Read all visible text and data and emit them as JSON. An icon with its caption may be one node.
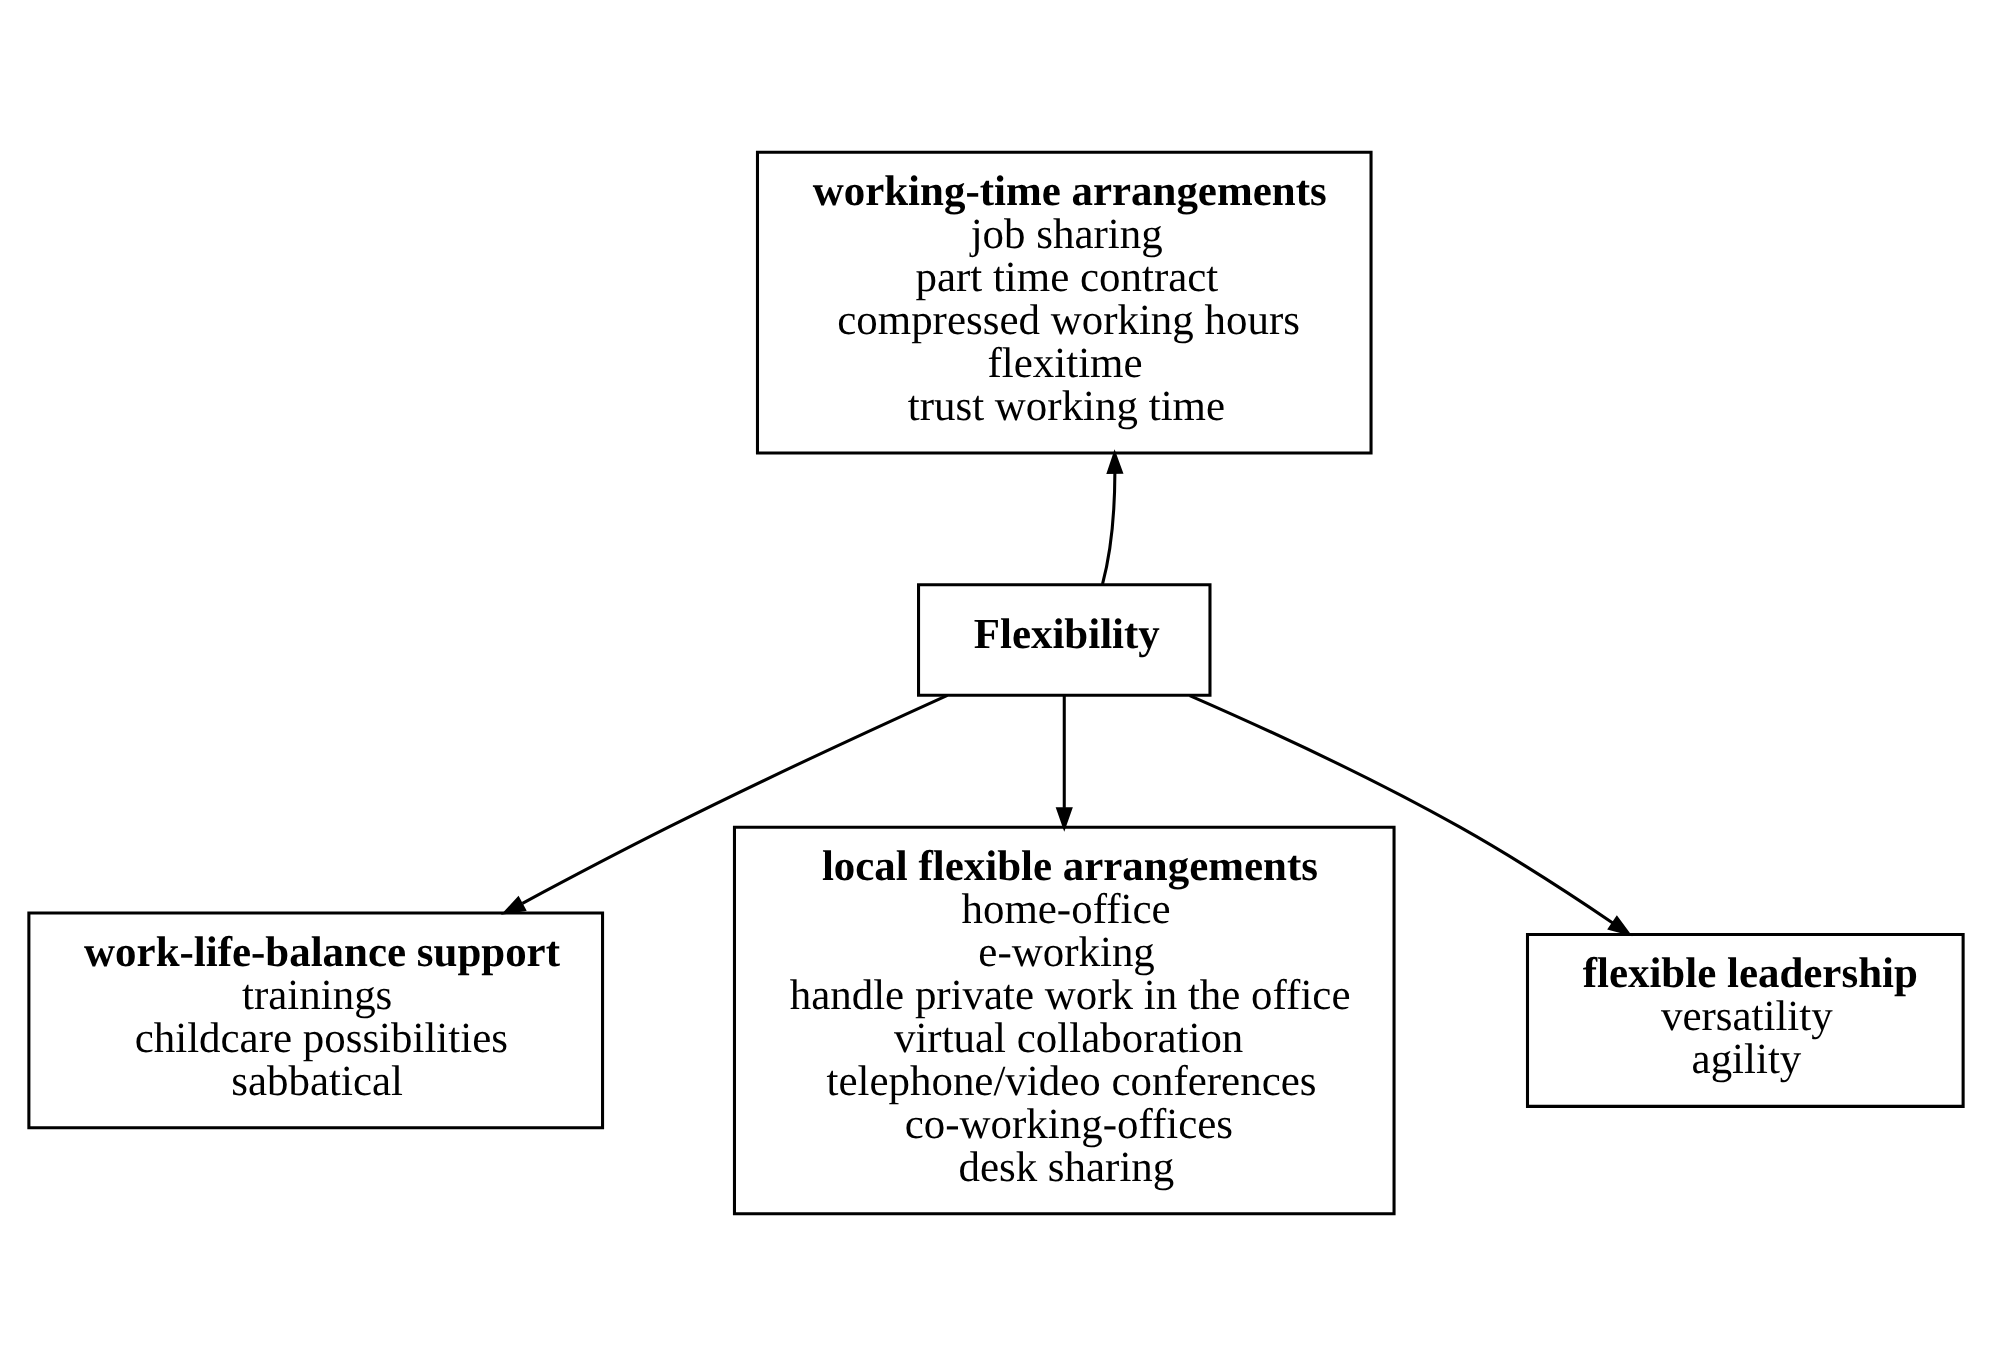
{
  "diagram": {
    "nodes": [
      {
        "text": [
          "working-time arrangements",
          "job sharing",
          "part time contract",
          "compressed working hours",
          "flexitime",
          "trust working time"
        ]
      },
      {
        "text": [
          "Flexibility"
        ]
      },
      {
        "text": [
          "work-life-balance support",
          "trainings",
          "childcare possibilities",
          "sabbatical"
        ]
      },
      {
        "text": [
          "local flexible arrangements",
          "home-office",
          "e-working",
          "handle private work in the office",
          "virtual collaboration",
          "telephone/video conferences",
          "co-working-offices",
          "desk sharing"
        ]
      },
      {
        "text": [
          "flexible leadership",
          "versatility",
          "agility"
        ]
      }
    ],
    "edges": [
      {
        "from": 1,
        "to": 0,
        "arrow": "to"
      },
      {
        "from": 1,
        "to": 2,
        "arrow": "to"
      },
      {
        "from": 1,
        "to": 4,
        "arrow": "to"
      },
      {
        "from": 1,
        "to": 3,
        "arrow": "to"
      }
    ]
  }
}
